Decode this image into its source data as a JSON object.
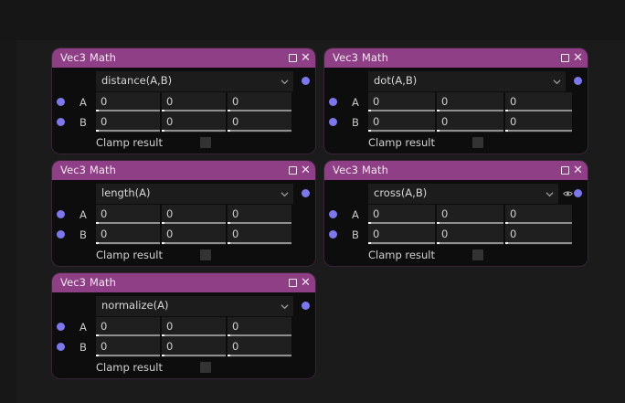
{
  "canvas": {
    "background_color": "#1b1b1b",
    "node_header_color": "#8e3f85",
    "node_body_color": "#0d0d0d",
    "port_color": "#7d77ec",
    "field_color": "#1f1f1f"
  },
  "common": {
    "title": "Vec3 Math",
    "restore_icon": "restore-icon",
    "close_icon": "close-icon",
    "close_glyph": "✕",
    "chevron_icon": "chevron-down-icon",
    "clamp_label": "Clamp result",
    "row_a_label": "A",
    "row_b_label": "B",
    "zero": "0"
  },
  "nodes": [
    {
      "id": "node-distance",
      "title": "Vec3 Math",
      "operation": "distance(A,B)",
      "clamp_label": "Clamp result",
      "clamp_checked": false,
      "has_eye_icon": false,
      "rows": [
        {
          "label": "A",
          "values": [
            "0",
            "0",
            "0"
          ]
        },
        {
          "label": "B",
          "values": [
            "0",
            "0",
            "0"
          ]
        }
      ]
    },
    {
      "id": "node-dot",
      "title": "Vec3 Math",
      "operation": "dot(A,B)",
      "clamp_label": "Clamp result",
      "clamp_checked": false,
      "has_eye_icon": false,
      "rows": [
        {
          "label": "A",
          "values": [
            "0",
            "0",
            "0"
          ]
        },
        {
          "label": "B",
          "values": [
            "0",
            "0",
            "0"
          ]
        }
      ]
    },
    {
      "id": "node-length",
      "title": "Vec3 Math",
      "operation": "length(A)",
      "clamp_label": "Clamp result",
      "clamp_checked": false,
      "has_eye_icon": false,
      "rows": [
        {
          "label": "A",
          "values": [
            "0",
            "0",
            "0"
          ]
        },
        {
          "label": "B",
          "values": [
            "0",
            "0",
            "0"
          ]
        }
      ]
    },
    {
      "id": "node-cross",
      "title": "Vec3 Math",
      "operation": "cross(A,B)",
      "clamp_label": "Clamp result",
      "clamp_checked": false,
      "has_eye_icon": true,
      "rows": [
        {
          "label": "A",
          "values": [
            "0",
            "0",
            "0"
          ]
        },
        {
          "label": "B",
          "values": [
            "0",
            "0",
            "0"
          ]
        }
      ]
    },
    {
      "id": "node-normalize",
      "title": "Vec3 Math",
      "operation": "normalize(A)",
      "clamp_label": "Clamp result",
      "clamp_checked": false,
      "has_eye_icon": false,
      "rows": [
        {
          "label": "A",
          "values": [
            "0",
            "0",
            "0"
          ]
        },
        {
          "label": "B",
          "values": [
            "0",
            "0",
            "0"
          ]
        }
      ]
    }
  ]
}
